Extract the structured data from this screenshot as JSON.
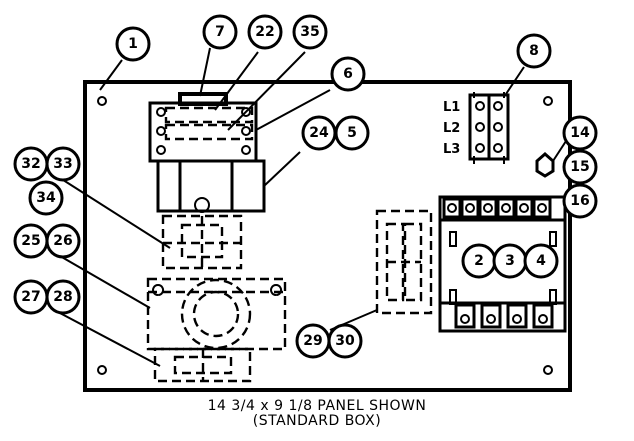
{
  "callouts": [
    {
      "id": "c1",
      "label": "1"
    },
    {
      "id": "c7",
      "label": "7"
    },
    {
      "id": "c22",
      "label": "22"
    },
    {
      "id": "c35",
      "label": "35"
    },
    {
      "id": "c6",
      "label": "6"
    },
    {
      "id": "c8",
      "label": "8"
    },
    {
      "id": "c24",
      "label": "24"
    },
    {
      "id": "c5",
      "label": "5"
    },
    {
      "id": "c32",
      "label": "32"
    },
    {
      "id": "c33",
      "label": "33"
    },
    {
      "id": "c34",
      "label": "34"
    },
    {
      "id": "c25",
      "label": "25"
    },
    {
      "id": "c26",
      "label": "26"
    },
    {
      "id": "c27",
      "label": "27"
    },
    {
      "id": "c28",
      "label": "28"
    },
    {
      "id": "c14",
      "label": "14"
    },
    {
      "id": "c15",
      "label": "15"
    },
    {
      "id": "c16",
      "label": "16"
    },
    {
      "id": "c2",
      "label": "2"
    },
    {
      "id": "c3",
      "label": "3"
    },
    {
      "id": "c4",
      "label": "4"
    },
    {
      "id": "c29",
      "label": "29"
    },
    {
      "id": "c30",
      "label": "30"
    }
  ],
  "terminal_labels": [
    "L1",
    "L2",
    "L3"
  ],
  "caption": {
    "line1": "14 3/4 x 9 1/8 PANEL SHOWN",
    "line2": "(STANDARD BOX)"
  }
}
